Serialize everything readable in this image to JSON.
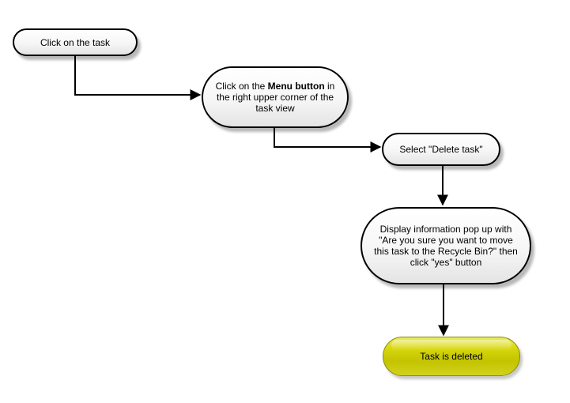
{
  "nodes": {
    "click_task": {
      "text": "Click on the task"
    },
    "menu_button": {
      "text_before": "Click on the ",
      "text_bold": "Menu button",
      "text_after": " in the right upper corner of the task view"
    },
    "delete_task": {
      "text": "Select \"Delete task\""
    },
    "confirm_popup": {
      "text": "Display information pop up with \"Are you sure you want to move this task to the Recycle Bin?\" then click \"yes\" button"
    },
    "task_deleted": {
      "text": "Task is deleted"
    }
  },
  "colors": {
    "node_fill": "#f6f6f6",
    "node_border": "#000000",
    "terminal_fill": "#c8c800",
    "connector": "#000000"
  }
}
